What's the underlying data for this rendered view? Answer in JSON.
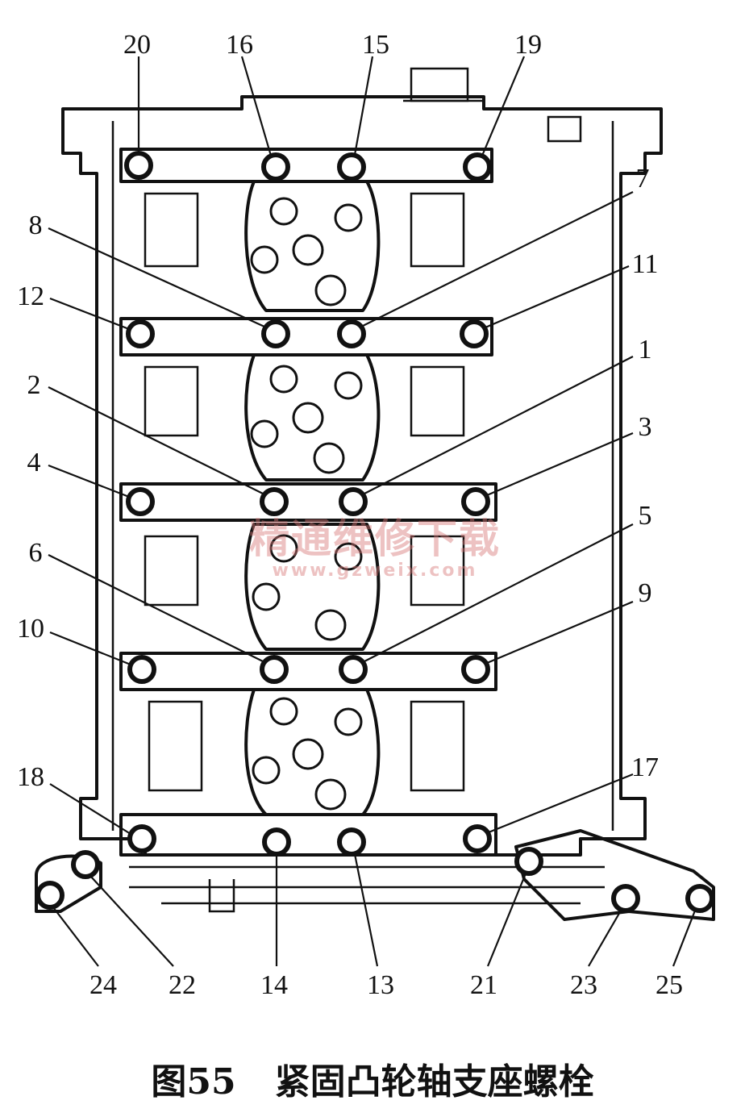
{
  "caption": {
    "figure": "图55",
    "title": "紧固凸轮轴支座螺栓"
  },
  "watermark": {
    "text": "精通维修下载",
    "url": "www.gzweix.com"
  },
  "callouts": [
    {
      "label": "20"
    },
    {
      "label": "16"
    },
    {
      "label": "15"
    },
    {
      "label": "19"
    },
    {
      "label": "7"
    },
    {
      "label": "8"
    },
    {
      "label": "11"
    },
    {
      "label": "12"
    },
    {
      "label": "1"
    },
    {
      "label": "2"
    },
    {
      "label": "3"
    },
    {
      "label": "4"
    },
    {
      "label": "5"
    },
    {
      "label": "6"
    },
    {
      "label": "9"
    },
    {
      "label": "10"
    },
    {
      "label": "17"
    },
    {
      "label": "18"
    },
    {
      "label": "24"
    },
    {
      "label": "22"
    },
    {
      "label": "14"
    },
    {
      "label": "13"
    },
    {
      "label": "21"
    },
    {
      "label": "23"
    },
    {
      "label": "25"
    }
  ]
}
